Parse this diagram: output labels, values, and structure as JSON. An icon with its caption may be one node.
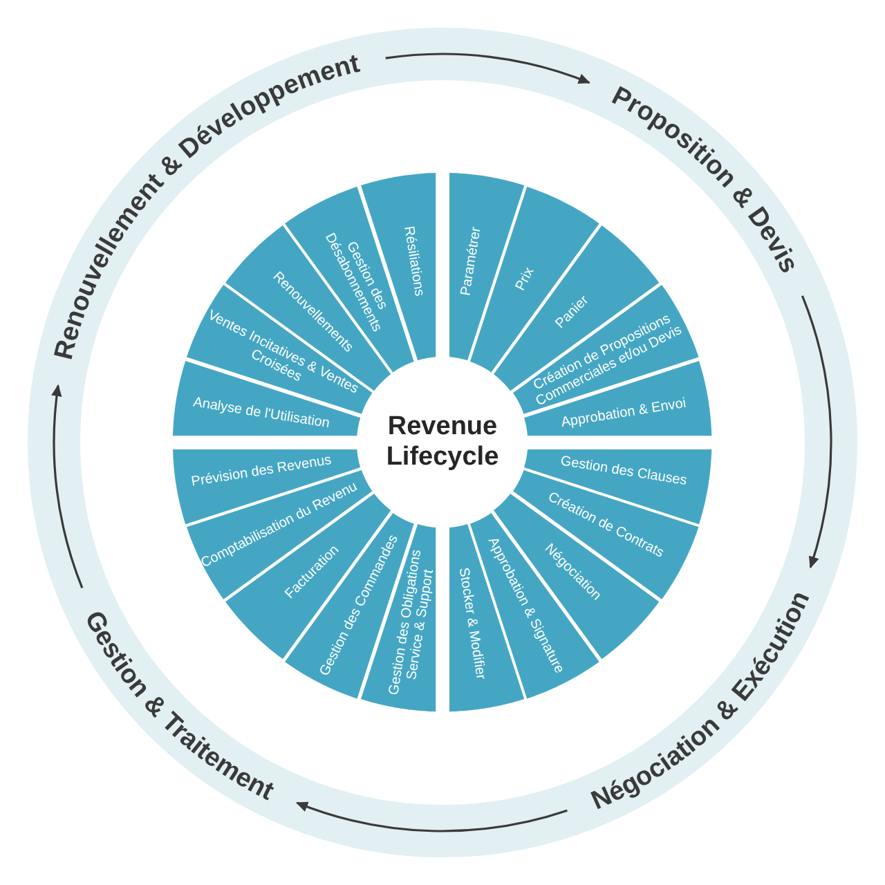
{
  "diagram": {
    "nodes": [
      {
        "text": [
          "Renouvellement & Développement"
        ]
      },
      {
        "text": [
          "Proposition & Devis"
        ]
      },
      {
        "text": [
          "Négociation & Exécution"
        ]
      },
      {
        "text": [
          "Gestion & Traitement"
        ]
      },
      {
        "text": [
          "Revenue Lifecycle"
        ]
      },
      {
        "text": [
          "Paramétrer"
        ]
      },
      {
        "text": [
          "Prix"
        ]
      },
      {
        "text": [
          "Panier"
        ]
      },
      {
        "text": [
          "Création de Propositions Commerciales et/ou Devis"
        ]
      },
      {
        "text": [
          "Approbation & Envoi"
        ]
      },
      {
        "text": [
          "Gestion des Clauses"
        ]
      },
      {
        "text": [
          "Création de Contrats"
        ]
      },
      {
        "text": [
          "Négociation"
        ]
      },
      {
        "text": [
          "Approbation & Signature"
        ]
      },
      {
        "text": [
          "Stocker & Modifier"
        ]
      },
      {
        "text": [
          "Gestion des Obligations Service & Support"
        ]
      },
      {
        "text": [
          "Gestion des Commandes"
        ]
      },
      {
        "text": [
          "Facturation"
        ]
      },
      {
        "text": [
          "Comptabilisation du Revenu"
        ]
      },
      {
        "text": [
          "Prévision des Revenus"
        ]
      },
      {
        "text": [
          "Analyse de l'Utilisation"
        ]
      },
      {
        "text": [
          "Ventes Incitatives & Ventes Croisées"
        ]
      },
      {
        "text": [
          "Renouvellements"
        ]
      },
      {
        "text": [
          "Gestion des Désabonnements"
        ]
      },
      {
        "text": [
          "Résiliations"
        ]
      }
    ],
    "edges": [
      {
        "from": 0,
        "to": 1,
        "arrow": "to"
      },
      {
        "from": 1,
        "to": 2,
        "arrow": "to"
      },
      {
        "from": 2,
        "to": 3,
        "arrow": "to"
      },
      {
        "from": 3,
        "to": 0,
        "arrow": "to"
      }
    ]
  }
}
